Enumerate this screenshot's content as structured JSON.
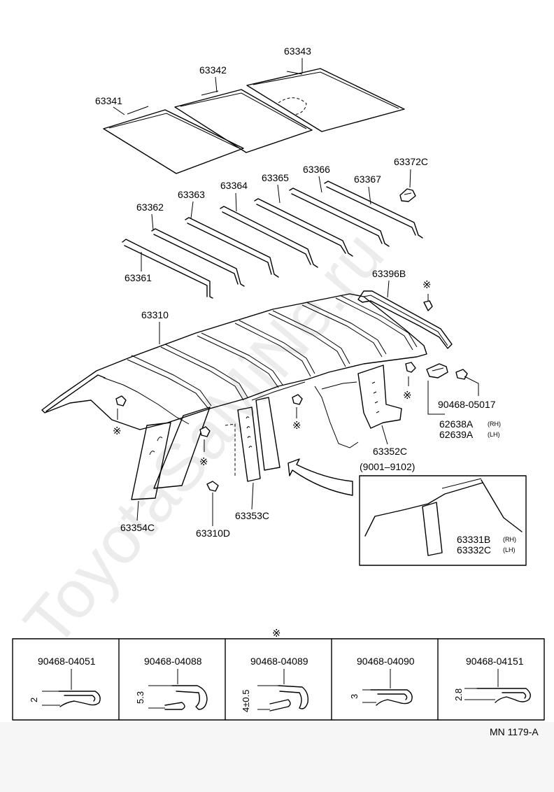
{
  "watermark": "ToyotaSaMiNe.ru",
  "labels": {
    "p63341": "63341",
    "p63342": "63342",
    "p63343": "63343",
    "p63361": "63361",
    "p63362": "63362",
    "p63363": "63363",
    "p63364": "63364",
    "p63365": "63365",
    "p63366": "63366",
    "p63367": "63367",
    "p63372C": "63372C",
    "p63396B": "63396B",
    "p63310": "63310",
    "p90468_05017": "90468-05017",
    "p62638A": "62638A",
    "p62638A_side": "(RH)",
    "p62639A": "62639A",
    "p62639A_side": "(LH)",
    "p63352C": "63352C",
    "period": "(9001–9102)",
    "p63331B": "63331B",
    "p63331B_side": "(RH)",
    "p63332C": "63332C",
    "p63332C_side": "(LH)",
    "p63354C": "63354C",
    "p63353C": "63353C",
    "p63310D": "63310D",
    "mark": "※"
  },
  "clips": [
    {
      "part": "90468-04051",
      "dim": "2"
    },
    {
      "part": "90468-04088",
      "dim": "5.3"
    },
    {
      "part": "90468-04089",
      "dim": "4±0.5"
    },
    {
      "part": "90468-04090",
      "dim": "3"
    },
    {
      "part": "90468-04151",
      "dim": "2.8"
    }
  ],
  "footer_code": "MN 1179-A"
}
